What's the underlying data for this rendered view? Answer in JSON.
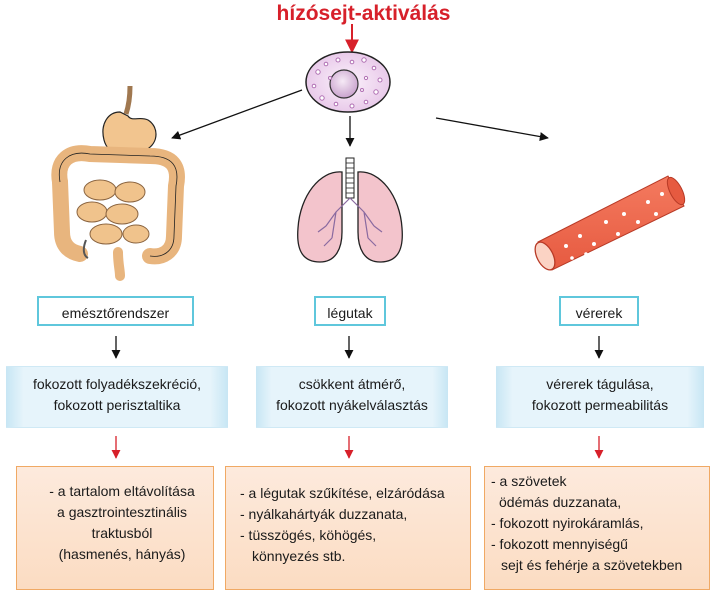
{
  "title": "hízósejt-aktiválás",
  "columns": [
    {
      "label": "emésztőrendszer",
      "effect": [
        "fokozott folyadékszekréció,",
        "fokozott perisztaltika"
      ],
      "symptoms": [
        "- a tartalom eltávolítása",
        "a gasztrointesztinális",
        "traktusból",
        "(hasmenés, hányás)"
      ]
    },
    {
      "label": "légutak",
      "effect": [
        "csökkent átmérő,",
        "fokozott nyákelválasztás"
      ],
      "symptoms": [
        "- a légutak szűkítése, elzáródása",
        "- nyálkahártyák duzzanata,",
        "- tüsszögés, köhögés,",
        "könnyezés stb."
      ]
    },
    {
      "label": "vérerek",
      "effect": [
        "vérerek tágulása,",
        "fokozott permeabilitás"
      ],
      "symptoms": [
        "- a szövetek",
        "ödémás duzzanata,",
        "- fokozott nyirokáramlás,",
        "- fokozott mennyiségű",
        "sejt és fehérje a szövetekben"
      ]
    }
  ],
  "colors": {
    "title": "#d7202a",
    "label_border": "#5fc7dc",
    "effect_fill": "#e6f4fb",
    "symptom_fill": "#fbdcc2",
    "symptom_border": "#f0a964",
    "red_arrow": "#d7202a",
    "black_arrow": "#111111"
  },
  "icons": [
    "mast-cell-icon",
    "digestive-tract-icon",
    "lungs-icon",
    "blood-vessel-icon"
  ]
}
